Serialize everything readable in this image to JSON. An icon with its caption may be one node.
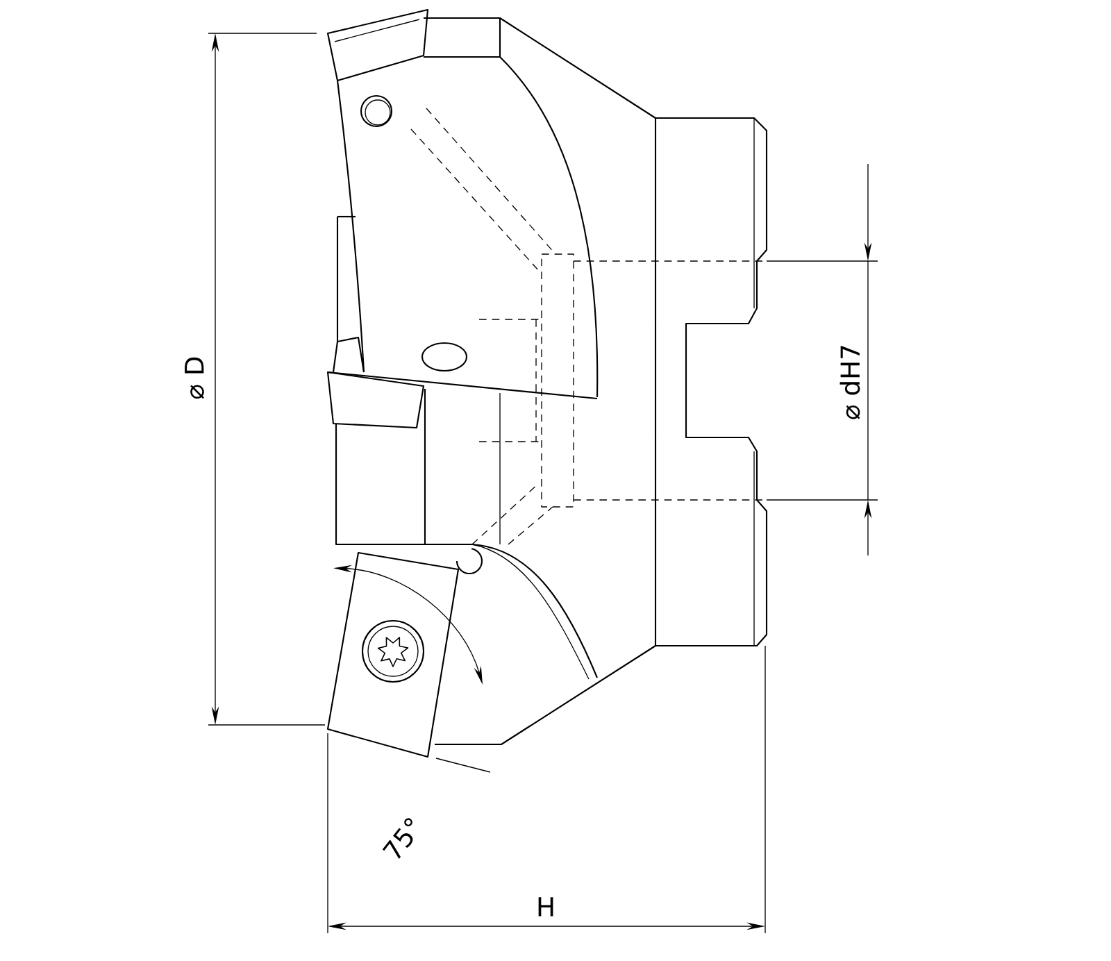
{
  "diagram": {
    "labels": [
      "⌀ D",
      "⌀ dH7",
      "75°",
      "H"
    ]
  }
}
